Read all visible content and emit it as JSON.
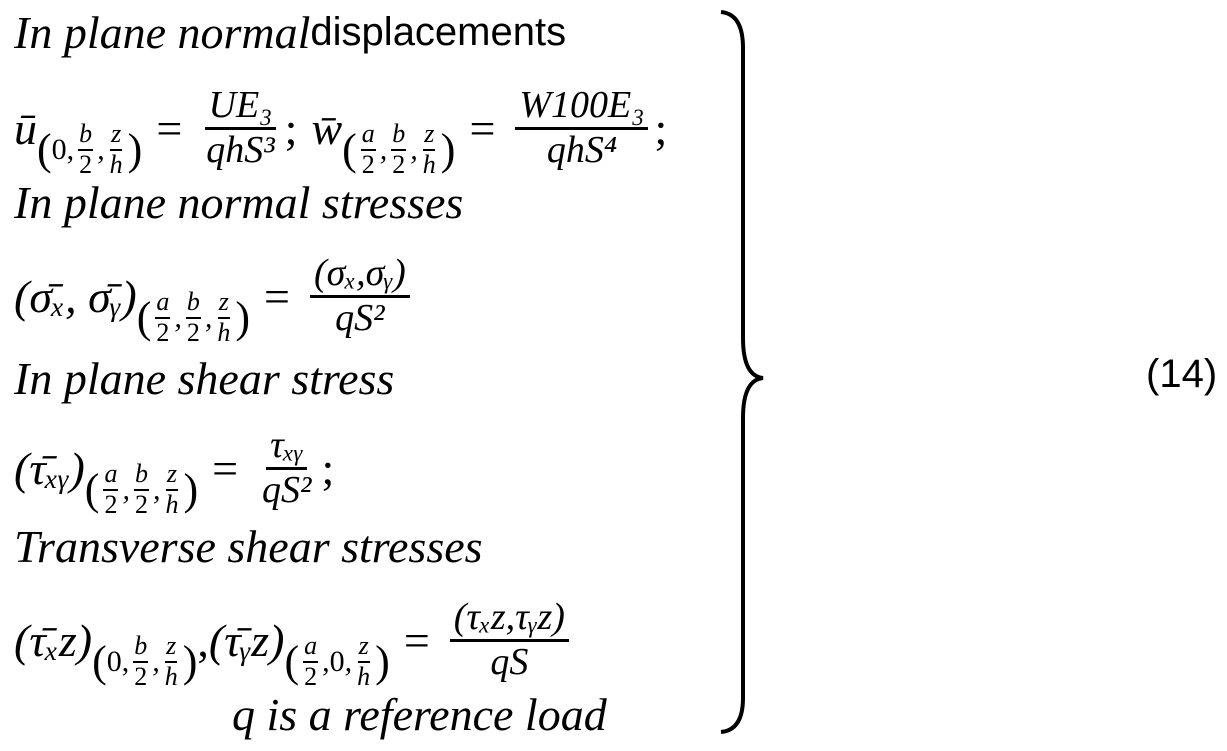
{
  "heading1": {
    "italic": "In plane normal",
    "plain": " displacements"
  },
  "eq1": {
    "var_u": "ū",
    "u_sub": {
      "lead": "0,",
      "f1": {
        "num": "b",
        "den": "2"
      },
      "sep": ",",
      "f2": {
        "num": "z",
        "den": "h"
      }
    },
    "rhs_u": {
      "num": "UE₃",
      "den": "qhS³"
    },
    "semi1": ";",
    "var_w": "w̄",
    "w_sub": {
      "f0": {
        "num": "a",
        "den": "2"
      },
      "sep1": ",",
      "f1": {
        "num": "b",
        "den": "2"
      },
      "sep2": ",",
      "f2": {
        "num": "z",
        "den": "h"
      }
    },
    "rhs_w": {
      "num": "W100E₃",
      "den": "qhS⁴"
    },
    "semi2": ";"
  },
  "heading2": "In plane normal stresses",
  "eq2": {
    "lhs": "(σ̄ₓ, σ̄ᵧ)",
    "rhs": {
      "num": "(σₓ,σᵧ)",
      "den": "qS²"
    }
  },
  "heading3": "In plane  shear stress",
  "eq3": {
    "lhs": "(τ̄ₓᵧ)",
    "rhs": {
      "num": "τₓᵧ",
      "den": "qS²"
    },
    "semi": ";"
  },
  "heading4": "Transverse shear stresses",
  "eq4": {
    "lhs1": "(τ̄ₓz)",
    "comma": ",",
    "lhs2": "(τ̄ᵧz)",
    "rhs": {
      "num": "(τₓz,τᵧz)",
      "den": "qS"
    }
  },
  "note": "q is a reference load",
  "equals": "=",
  "lparen": "(",
  "rparen": ")",
  "zero": "0",
  "comma": ",",
  "equation_number": "(14)"
}
